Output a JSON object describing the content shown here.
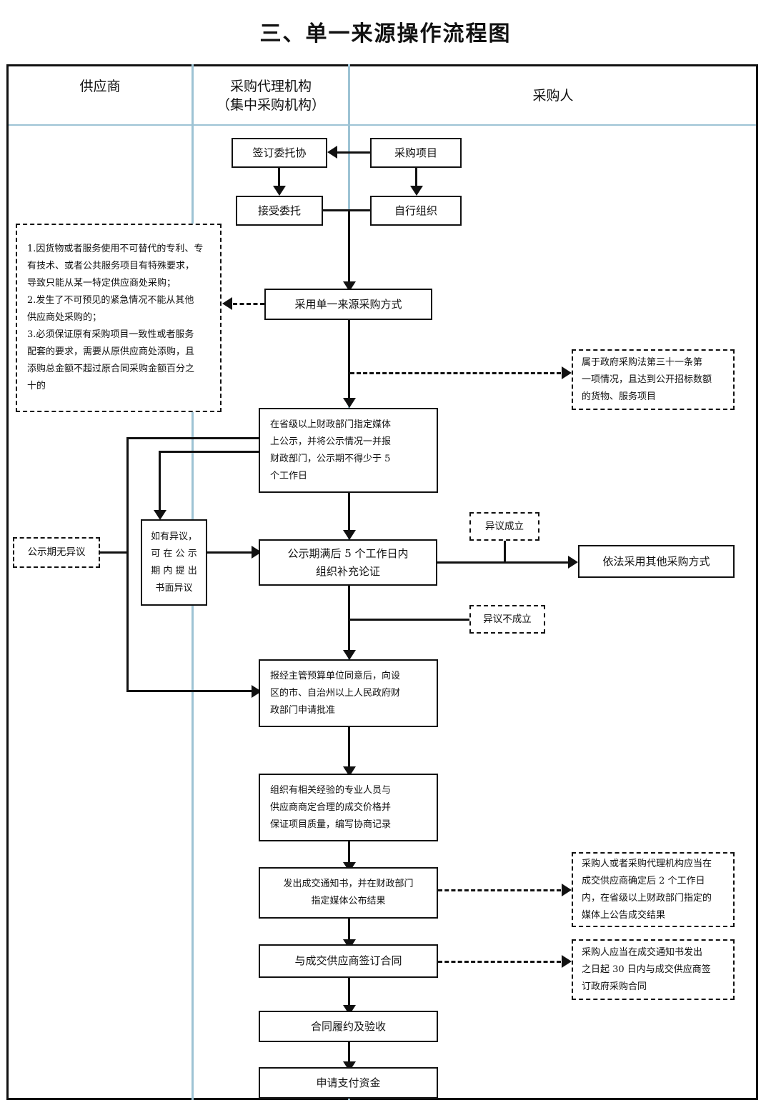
{
  "title": "三、单一来源操作流程图",
  "lanes": [
    {
      "key": "supplier",
      "label": "供应商"
    },
    {
      "key": "agency",
      "label": "采购代理机构\n（集中采购机构）"
    },
    {
      "key": "purchaser",
      "label": "采购人"
    }
  ],
  "nodes": {
    "sign_entrust": "签订委托协",
    "procurement_project": "采购项目",
    "accept_entrust": "接受委托",
    "self_organize": "自行组织",
    "single_source_method": "采用单一来源采购方式",
    "publicity": "在省级以上财政部门指定媒体\n上公示，并将公示情况一并报\n财政部门，公示期不得少于 5\n个工作日",
    "objection_window": "如有异议，\n可 在 公 示\n期 内 提 出\n书面异议",
    "supplementary_demo": "公示期满后 5 个工作日内\n组织补充论证",
    "other_method": "依法采用其他采购方式",
    "approval": "报经主管预算单位同意后，向设\n区的市、自治州以上人民政府财\n政部门申请批准",
    "negotiation": "组织有相关经验的专业人员与\n供应商商定合理的成交价格并\n保证项目质量，编写协商记录",
    "award_notice": "发出成交通知书，并在财政部门\n指定媒体公布结果",
    "sign_contract": "与成交供应商签订合同",
    "contract_perform": "合同履约及验收",
    "apply_payment": "申请支付资金"
  },
  "notes": {
    "single_source_conditions": "1.因货物或者服务使用不可替代的专利、专\n有技术、或者公共服务项目有特殊要求，\n导致只能从某一特定供应商处采购；\n2.发生了不可预见的紧急情况不能从其他\n供应商处采购的；\n3.必须保证原有采购项目一致性或者服务\n配套的要求，需要从原供应商处添购，且\n添购总金额不超过原合同采购金额百分之\n十的",
    "law_article_31": "属于政府采购法第三十一条第\n一项情况，且达到公开招标数额\n的货物、服务项目",
    "no_objection": "公示期无异议",
    "objection_valid": "异议成立",
    "objection_invalid": "异议不成立",
    "announce_result": "采购人或者采购代理机构应当在\n成交供应商确定后 2 个工作日\n内，在省级以上财政部门指定的\n媒体上公告成交结果",
    "contract_30days": "采购人应当在成交通知书发出\n之日起 30 日内与成交供应商签\n订政府采购合同"
  },
  "colors": {
    "stroke": "#111111",
    "lane_divider": "#9dc3d4",
    "background": "#ffffff"
  }
}
